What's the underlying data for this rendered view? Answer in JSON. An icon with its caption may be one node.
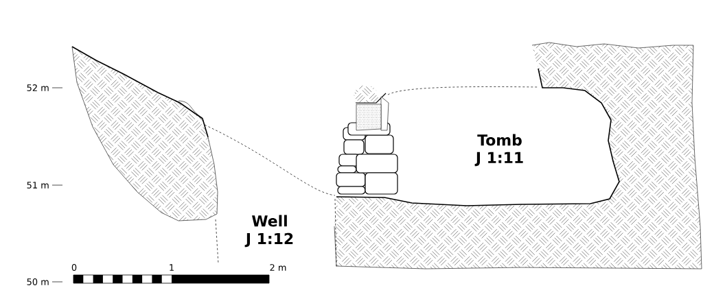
{
  "diagram": {
    "labels": [
      "52 m",
      "Tomb",
      "J 1:11",
      "51 m",
      "Well",
      "J 1:12",
      "0",
      "1",
      "2 m",
      "50 m"
    ]
  }
}
